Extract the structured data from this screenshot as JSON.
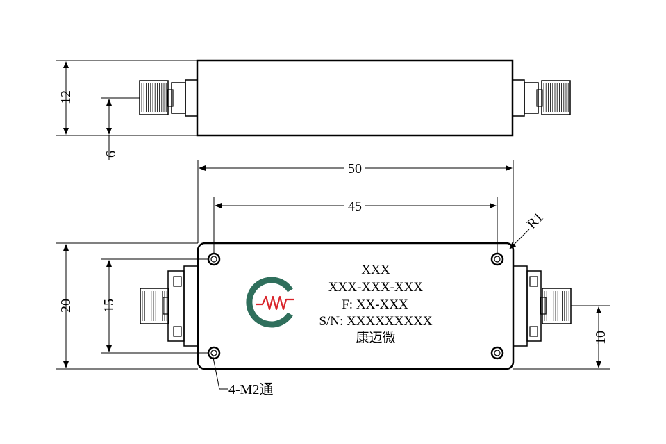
{
  "dimensions": {
    "side_height": "12",
    "side_connector_height": "6",
    "length": "50",
    "hole_spacing_x": "45",
    "width": "20",
    "hole_spacing_y": "15",
    "connector_height": "10",
    "corner_radius": "R1",
    "mount_holes": "4-M2通"
  },
  "label": {
    "line1": "XXX",
    "line2": "XXX-XXX-XXX",
    "line3": "F: XX-XXX",
    "line4": "S/N: XXXXXXXXX",
    "line5": "康迈微"
  },
  "logo": {
    "name": "company-logo",
    "arc_color": "#2f6f5c",
    "wave_color": "#d9232a"
  }
}
